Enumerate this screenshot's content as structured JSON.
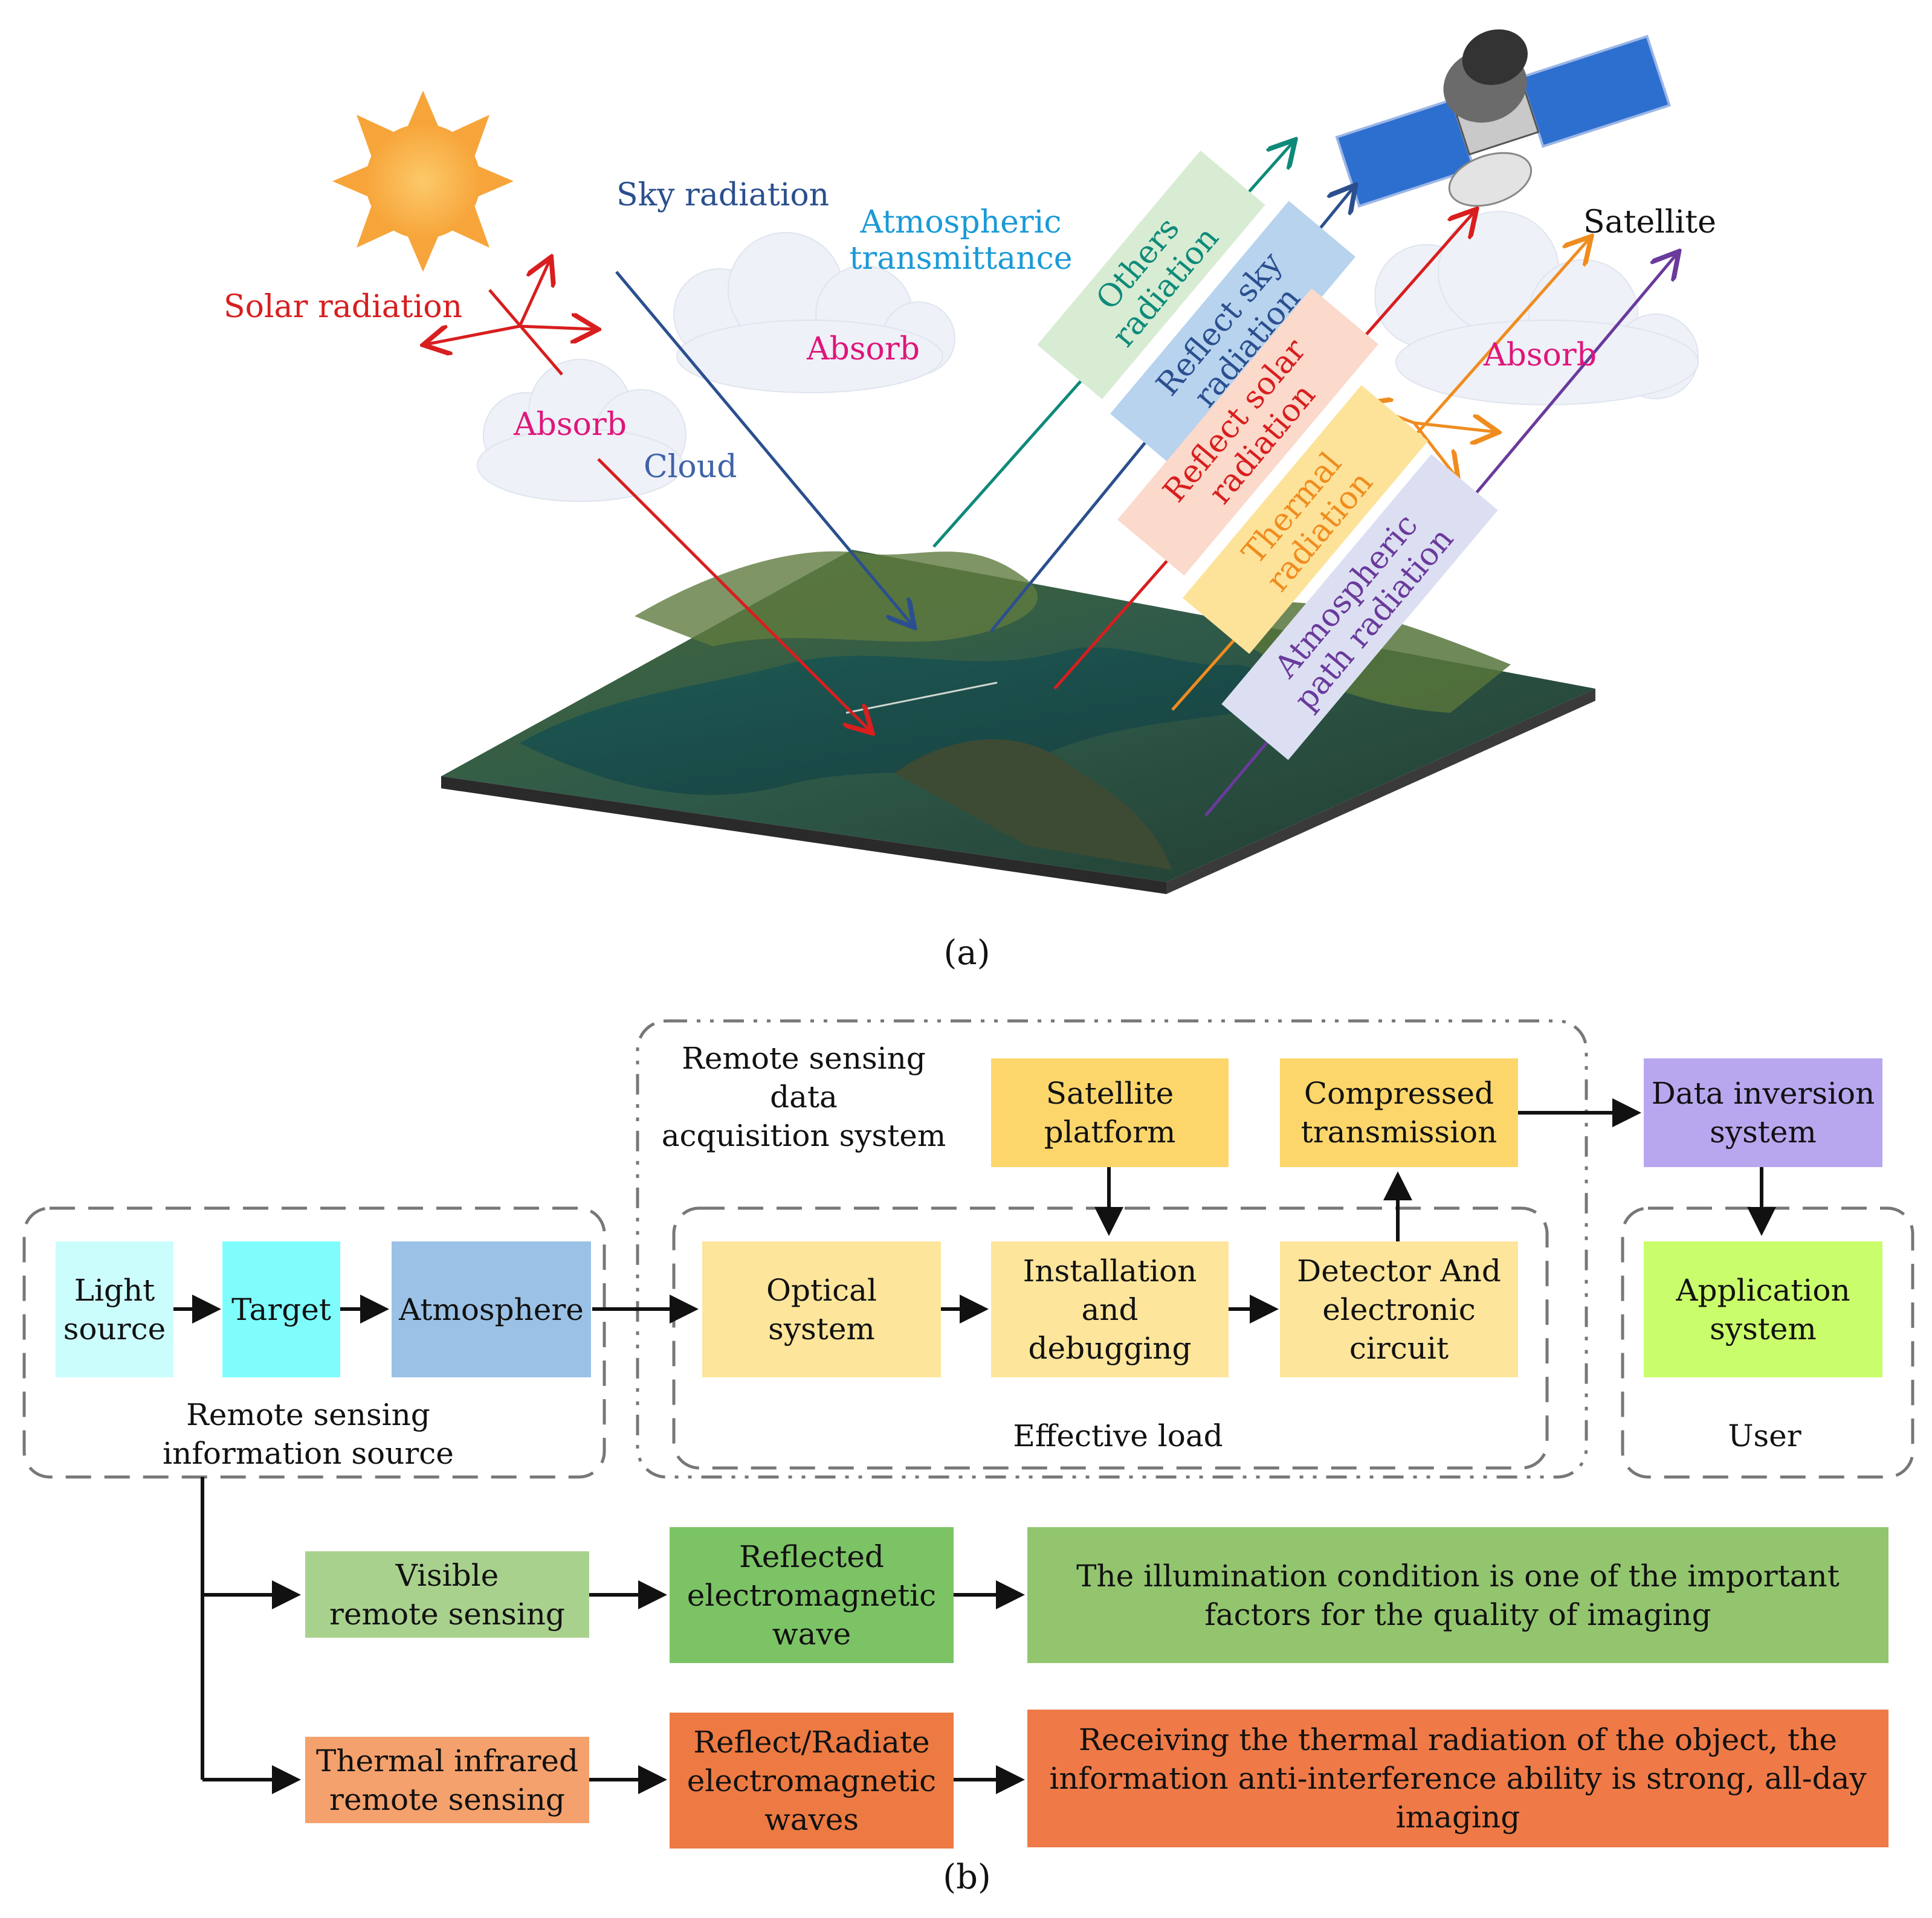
{
  "panel_a": {
    "caption": "(a)",
    "labels": {
      "solar_radiation": "Solar radiation",
      "sky_radiation": "Sky radiation",
      "atmospheric_transmittance": "Atmospheric\ntransmittance",
      "absorb_left": "Absorb",
      "absorb_mid": "Absorb",
      "absorb_right": "Absorb",
      "cloud": "Cloud",
      "satellite": "Satellite"
    },
    "bands": [
      {
        "id": "others",
        "text": "Others\nradiation",
        "color": "#0e8a7a",
        "fill": "#d8ecd3"
      },
      {
        "id": "reflect-sky",
        "text": "Reflect sky\nradiation",
        "color": "#2b4f8e",
        "fill": "#b7d3ee"
      },
      {
        "id": "reflect-solar",
        "text": "Reflect solar\nradiation",
        "color": "#d81e1e",
        "fill": "#fbd9cb"
      },
      {
        "id": "thermal",
        "text": "Thermal\nradiation",
        "color": "#f08c1e",
        "fill": "#fde39a"
      },
      {
        "id": "atm-path",
        "text": "Atmospheric\npath radiation",
        "color": "#6a3a9c",
        "fill": "#dcdff2"
      }
    ],
    "colors": {
      "solar": "#d81e1e",
      "sky": "#2b4f8e",
      "transmittance": "#1a9ad6",
      "absorb": "#e0157a",
      "cloud_text": "#3f63a8"
    }
  },
  "panel_b": {
    "caption": "(b)",
    "groups": {
      "info_source": "Remote sensing\ninformation source",
      "acquisition": "Remote sensing data\nacquisition system",
      "effective_load": "Effective load",
      "user": "User"
    },
    "boxes": {
      "light_source": "Light\nsource",
      "target": "Target",
      "atmosphere": "Atmosphere",
      "optical_system": "Optical system",
      "installation": "Installation\nand debugging",
      "detector": "Detector And\nelectronic\ncircuit",
      "satellite_platform": "Satellite\nplatform",
      "compressed": "Compressed\ntransmission",
      "data_inversion": "Data inversion\nsystem",
      "application": "Application\nsystem",
      "visible": "Visible\nremote sensing",
      "reflected_wave": "Reflected\nelectromagnetic\nwave",
      "illumination": "The illumination condition is one of the important\nfactors for the quality of imaging",
      "thermal_ir": "Thermal infrared\nremote sensing",
      "reflect_radiate": "Reflect/Radiate\nelectromagnetic\nwaves",
      "receiving": "Receiving the thermal radiation of the object, the\ninformation anti-interference ability is strong, all-day\nimaging"
    },
    "colors": {
      "light_source": "#ccfdfd",
      "target": "#7ffdfd",
      "atmosphere": "#9bc2e6",
      "payload": "#fde59b",
      "platform": "#fdd66b",
      "inversion": "#b8a7ef",
      "application": "#cafd6b",
      "visible": "#a9d18e",
      "reflected": "#7cc365",
      "illumination": "#93c56e",
      "thermal_ir": "#f4a16d",
      "reflect_radiate": "#ed7a42",
      "receiving": "#ef7a47"
    }
  }
}
